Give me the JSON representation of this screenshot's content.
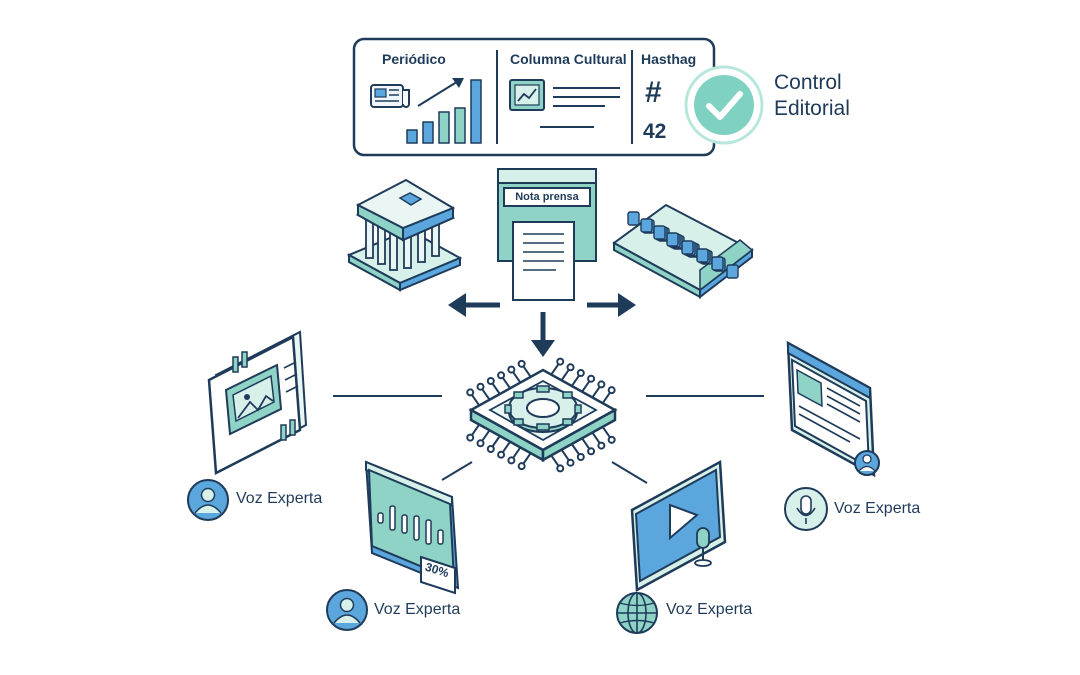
{
  "top_panel": {
    "columns": [
      "Periódico",
      "Columna Cultural",
      "Hasthag"
    ],
    "hash_symbol": "#",
    "hash_count": "42"
  },
  "control": {
    "line1": "Control",
    "line2": "Editorial"
  },
  "press_note": "Nota prensa",
  "audio_badge": "30%",
  "expert_nodes": [
    {
      "label": "Voz Experta",
      "icon": "user-icon"
    },
    {
      "label": "Voz Experta",
      "icon": "user-icon"
    },
    {
      "label": "Voz Experta",
      "icon": "globe-icon"
    },
    {
      "label": "Voz Experta",
      "icon": "microphone-icon"
    }
  ],
  "colors": {
    "navy": "#1f3b5a",
    "teal": "#8fd3c6",
    "mint": "#d7f0ea",
    "blue": "#5ba7dd",
    "check": "#7fd1c1"
  }
}
